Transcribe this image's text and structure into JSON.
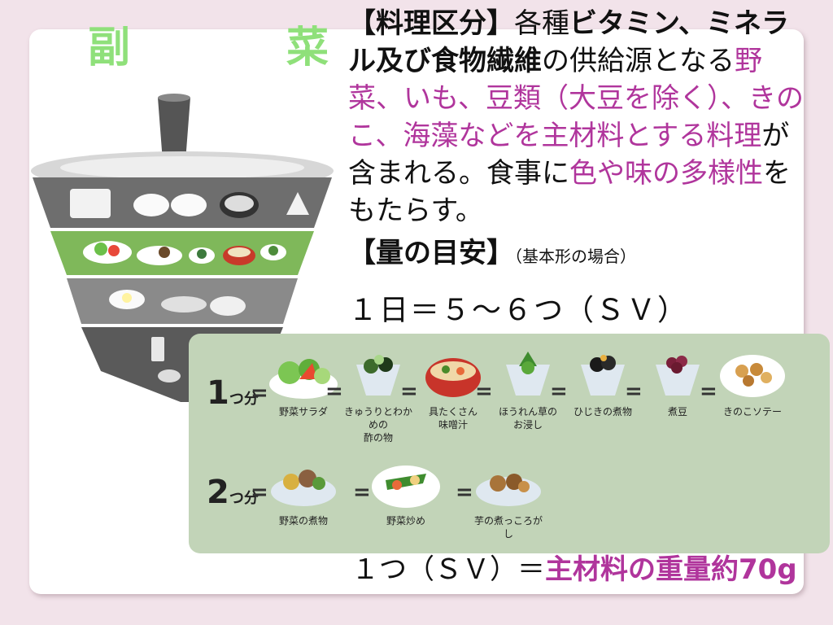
{
  "title": "副　菜",
  "description": {
    "bracket": "【料理区分】",
    "t1": "各種",
    "t2": "ビタミン、ミネラル及び食物繊維",
    "t3": "の供給源となる",
    "t4": "野菜、いも、豆類（大豆を除く）、きのこ、海藻などを主材料とする料理",
    "t5": "が含まれる。食事に",
    "t6": "色や味の多様性",
    "t7": "をもたらす。"
  },
  "amount": {
    "bracket": "【量の目安】",
    "note": "（基本形の場合）",
    "value": "１日＝５～６つ（ＳＶ）"
  },
  "bottom_note": {
    "prefix": "１つ（ＳＶ）＝",
    "highlight": "主材料の重量約70g"
  },
  "panel": {
    "row1": {
      "num": "1",
      "unit": "つ分",
      "eq": "="
    },
    "row2": {
      "num": "2",
      "unit": "つ分",
      "eq": "="
    },
    "dishes_row1": [
      {
        "icon": "salad-bowl-icon",
        "label": "野菜サラダ"
      },
      {
        "icon": "cucumber-wakame-bowl-icon",
        "label": "きゅうりとわかめの\n酢の物"
      },
      {
        "icon": "miso-soup-icon",
        "label": "具たくさん\n味噌汁"
      },
      {
        "icon": "spinach-ohitashi-icon",
        "label": "ほうれん草の\nお浸し"
      },
      {
        "icon": "hijiki-bowl-icon",
        "label": "ひじきの煮物"
      },
      {
        "icon": "simmered-beans-icon",
        "label": "煮豆"
      },
      {
        "icon": "mushroom-saute-icon",
        "label": "きのこソテー"
      }
    ],
    "dishes_row2": [
      {
        "icon": "simmered-vegetables-icon",
        "label": "野菜の煮物"
      },
      {
        "icon": "stir-fried-vegetables-icon",
        "label": "野菜炒め"
      },
      {
        "icon": "simmered-taro-icon",
        "label": "芋の煮っころがし"
      }
    ]
  },
  "colors": {
    "highlight": "#b0359c",
    "title": "#8fe07a",
    "panel": "#c2d4b8",
    "pyramid_band": "#7fb85a"
  }
}
